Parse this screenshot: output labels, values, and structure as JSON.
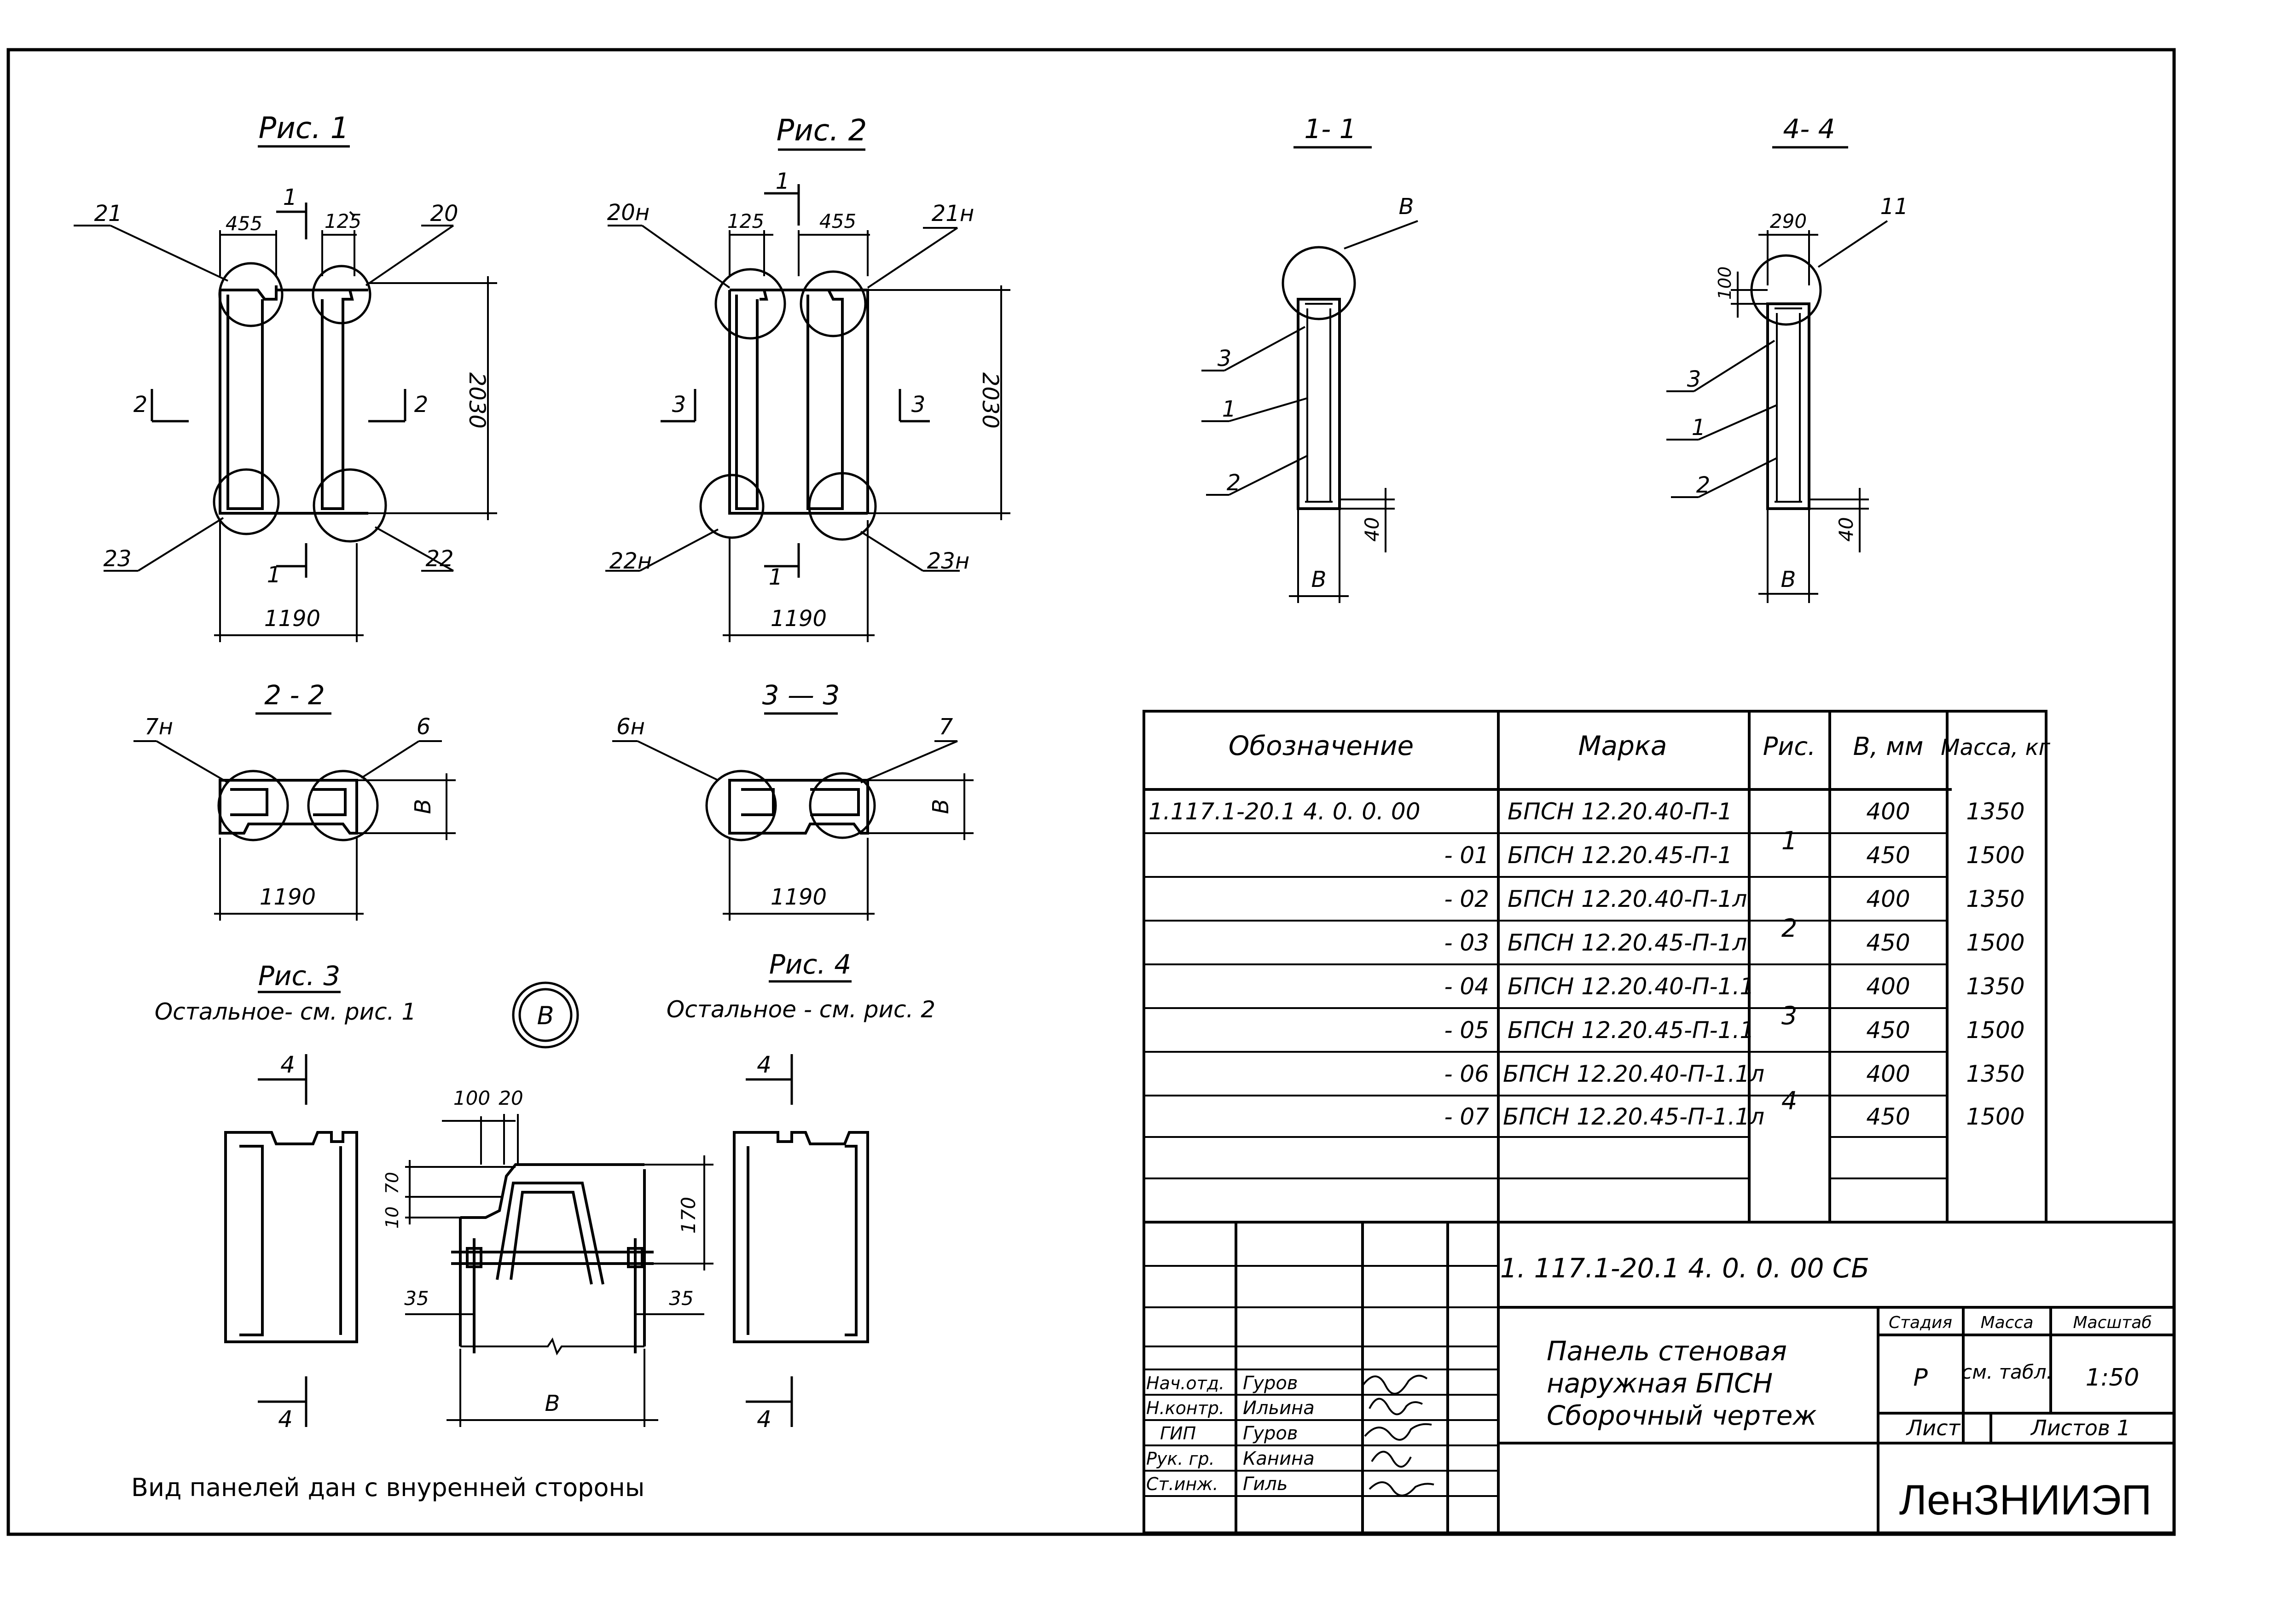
{
  "figures": {
    "fig1": {
      "title": "Рис. 1",
      "callouts": [
        "21",
        "20",
        "23",
        "22"
      ],
      "dims": [
        "455",
        "125",
        "2030",
        "1190"
      ],
      "section_marks": [
        "1",
        "1",
        "2",
        "2"
      ]
    },
    "fig2": {
      "title": "Рис. 2",
      "callouts": [
        "20н",
        "21н",
        "22н",
        "23н"
      ],
      "dims": [
        "125",
        "455",
        "2030",
        "1190"
      ],
      "section_marks": [
        "1",
        "1",
        "3",
        "3"
      ]
    },
    "sec11": {
      "title": "1- 1",
      "callouts": [
        "В",
        "3",
        "1",
        "2"
      ],
      "dims": [
        "40",
        "В"
      ]
    },
    "sec44": {
      "title": "4- 4",
      "callouts": [
        "11",
        "3",
        "1",
        "2"
      ],
      "dims": [
        "290",
        "100",
        "40",
        "В"
      ]
    },
    "sec22": {
      "title": "2 - 2",
      "callouts": [
        "7н",
        "6"
      ],
      "dims": [
        "1190",
        "В"
      ]
    },
    "sec33": {
      "title": "3 — 3",
      "callouts": [
        "6н",
        "7"
      ],
      "dims": [
        "1190",
        "В"
      ]
    },
    "fig3": {
      "title": "Рис. 3",
      "note": "Остальное- см. рис. 1",
      "marks": [
        "4",
        "4"
      ]
    },
    "fig4": {
      "title": "Рис. 4",
      "note": "Остальное - см. рис. 2",
      "marks": [
        "4",
        "4"
      ]
    },
    "detail": {
      "label": "В",
      "dims": [
        "100",
        "20",
        "10",
        "70",
        "170",
        "35",
        "35",
        "В"
      ]
    }
  },
  "bottom_note": "Вид панелей дан с внуренней стороны",
  "spec_table": {
    "headers": [
      "Обозначение",
      "Марка",
      "Рис.",
      "В, мм",
      "Масса, кг"
    ],
    "rows": [
      {
        "designation": "1.117.1-20.1   4. 0. 0. 00",
        "mark": "БПСН 12.20.40-П-1",
        "b": "400",
        "mass": "1350"
      },
      {
        "designation": "- 01",
        "mark": "БПСН 12.20.45-П-1",
        "b": "450",
        "mass": "1500"
      },
      {
        "designation": "- 02",
        "mark": "БПСН 12.20.40-П-1л",
        "b": "400",
        "mass": "1350"
      },
      {
        "designation": "- 03",
        "mark": "БПСН 12.20.45-П-1л",
        "b": "450",
        "mass": "1500"
      },
      {
        "designation": "- 04",
        "mark": "БПСН 12.20.40-П-1.1",
        "b": "400",
        "mass": "1350"
      },
      {
        "designation": "- 05",
        "mark": "БПСН 12.20.45-П-1.1",
        "b": "450",
        "mass": "1500"
      },
      {
        "designation": "- 06",
        "mark": "БПСН 12.20.40-П-1.1л",
        "b": "400",
        "mass": "1350"
      },
      {
        "designation": "- 07",
        "mark": "БПСН 12.20.45-П-1.1л",
        "b": "450",
        "mass": "1500"
      }
    ],
    "fig_groups": [
      "1",
      "2",
      "3",
      "4"
    ]
  },
  "title_block": {
    "code": "1. 117.1-20.1  4. 0. 0. 00 СБ",
    "title_lines": [
      "Панель стеновая",
      "наружная БПСН",
      "Сборочный чертеж"
    ],
    "headers": [
      "Стадия",
      "Масса",
      "Масштаб"
    ],
    "stage": "Р",
    "mass": "см. табл.",
    "scale": "1:50",
    "sheet_label": "Лист",
    "sheets_label": "Листов 1",
    "org": "ЛенЗНИИЭП",
    "signatures": [
      {
        "role": "Нач.отд.",
        "name": "Гуров"
      },
      {
        "role": "Н.контр.",
        "name": "Ильина"
      },
      {
        "role": "ГИП",
        "name": "Гуров"
      },
      {
        "role": "Рук. гр.",
        "name": "Канина"
      },
      {
        "role": "Ст.инж.",
        "name": "Гиль"
      }
    ]
  }
}
